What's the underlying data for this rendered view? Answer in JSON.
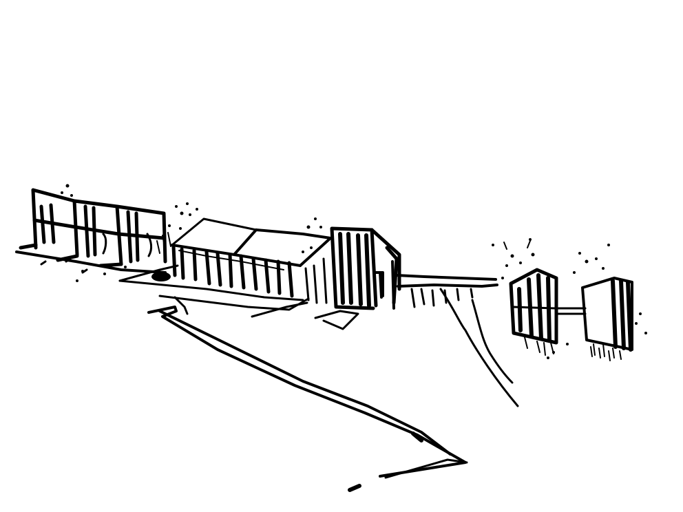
{
  "image": {
    "kind": "ink sketch",
    "background_color": "#ffffff",
    "ink_color": "#000000",
    "elements": [
      "open-frame-structure",
      "long-pitched-roof-building",
      "central-tower-block",
      "fence-with-posts",
      "small-cabin",
      "far-right-cabin",
      "winding-footpath",
      "right-side-path",
      "stipple-vegetation"
    ]
  }
}
